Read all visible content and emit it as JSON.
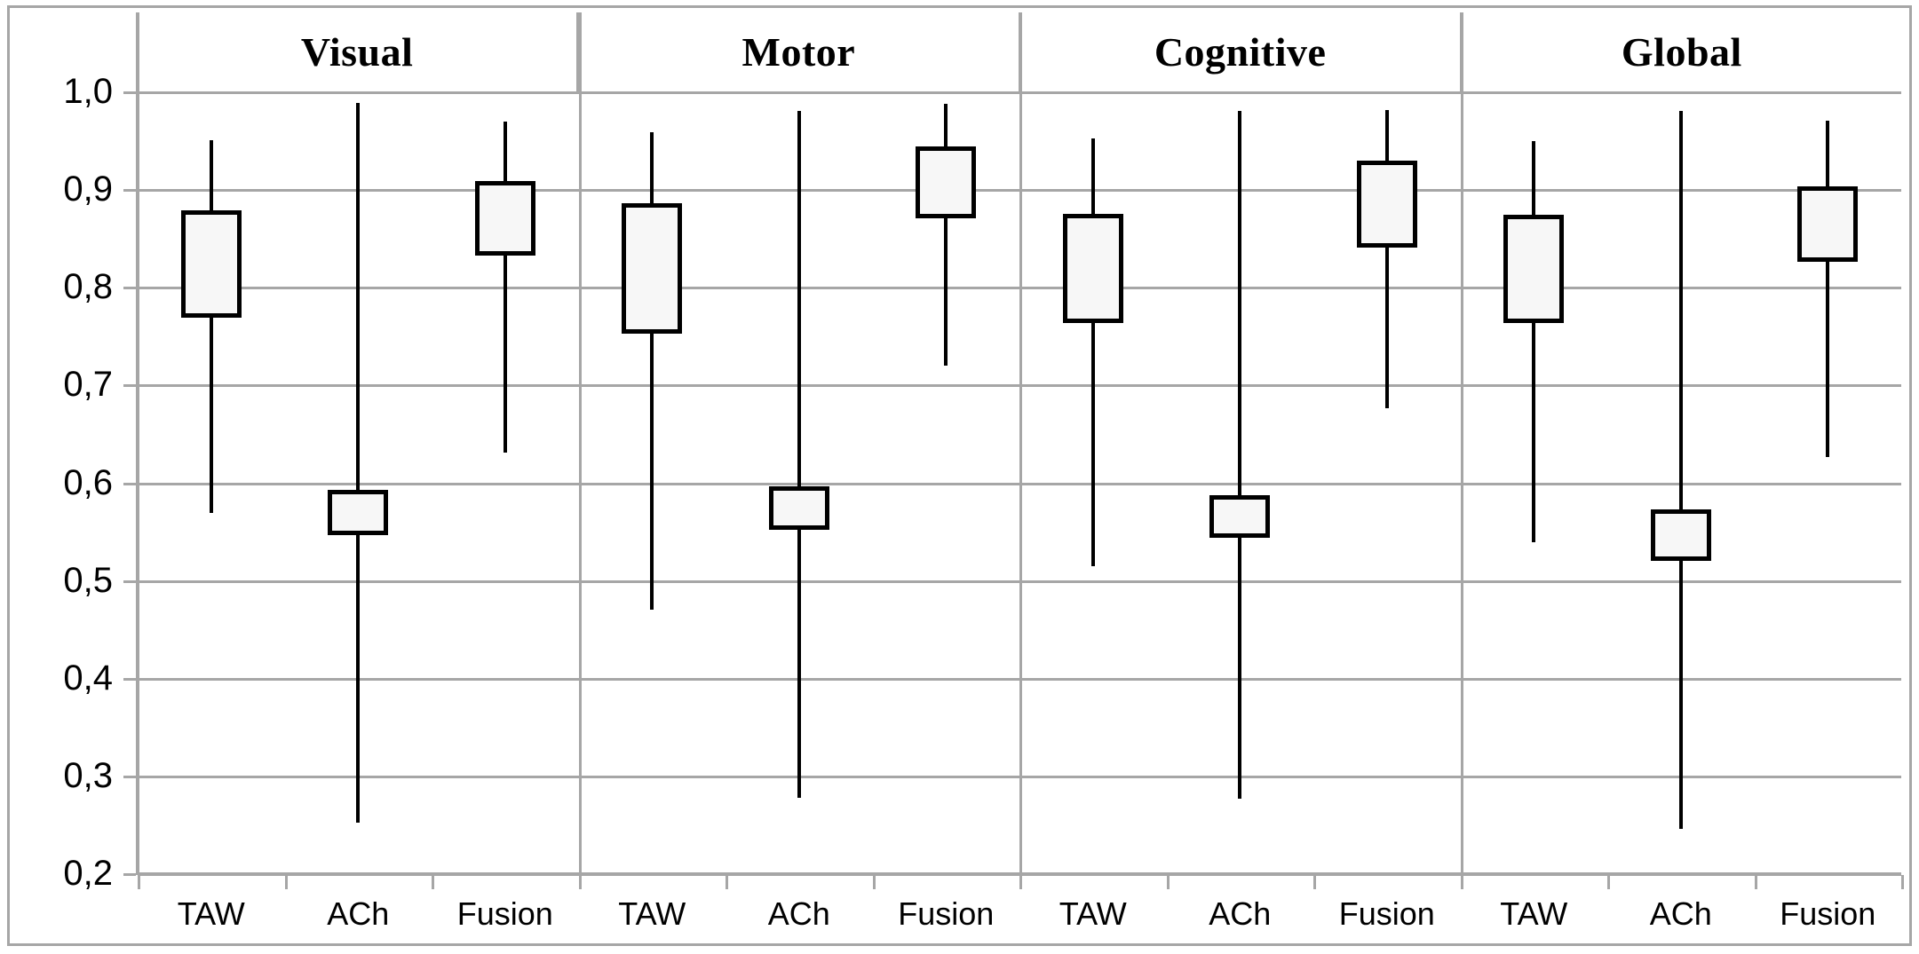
{
  "chart_data": {
    "type": "bar",
    "subtype": "open-high-low-close box (candlestick) chart",
    "title": "",
    "xlabel": "",
    "ylabel": "",
    "ylim": [
      0.2,
      1.0
    ],
    "ytick_step": 0.1,
    "grid": true,
    "legend": "none",
    "decimal_separator": ",",
    "ytick_labels": [
      "1,0",
      "0,9",
      "0,8",
      "0,7",
      "0,6",
      "0,5",
      "0,4",
      "0,3",
      "0,2"
    ],
    "ytick_values": [
      1.0,
      0.9,
      0.8,
      0.7,
      0.6,
      0.5,
      0.4,
      0.3,
      0.2
    ],
    "group_labels": [
      "Visual",
      "Motor",
      "Cognitive",
      "Global"
    ],
    "categories": [
      "TAW",
      "ACh",
      "Fusion"
    ],
    "box_fill_color": "#F7F7F7",
    "box_border_color": "#000000",
    "grid_color": "#A6A6A6",
    "series": [
      {
        "group": "Visual",
        "category": "TAW",
        "high": 0.95,
        "box_top": 0.878,
        "box_bottom": 0.768,
        "low": 0.569
      },
      {
        "group": "Visual",
        "category": "ACh",
        "high": 0.988,
        "box_top": 0.592,
        "box_bottom": 0.546,
        "low": 0.252
      },
      {
        "group": "Visual",
        "category": "Fusion",
        "high": 0.969,
        "box_top": 0.908,
        "box_bottom": 0.832,
        "low": 0.63
      },
      {
        "group": "Motor",
        "category": "TAW",
        "high": 0.958,
        "box_top": 0.886,
        "box_bottom": 0.752,
        "low": 0.47
      },
      {
        "group": "Motor",
        "category": "ACh",
        "high": 0.98,
        "box_top": 0.596,
        "box_bottom": 0.551,
        "low": 0.277
      },
      {
        "group": "Motor",
        "category": "Fusion",
        "high": 0.987,
        "box_top": 0.944,
        "box_bottom": 0.87,
        "low": 0.719
      },
      {
        "group": "Cognitive",
        "category": "TAW",
        "high": 0.952,
        "box_top": 0.875,
        "box_bottom": 0.763,
        "low": 0.514
      },
      {
        "group": "Cognitive",
        "category": "ACh",
        "high": 0.98,
        "box_top": 0.587,
        "box_bottom": 0.543,
        "low": 0.276
      },
      {
        "group": "Cognitive",
        "category": "Fusion",
        "high": 0.981,
        "box_top": 0.929,
        "box_bottom": 0.84,
        "low": 0.676
      },
      {
        "group": "Global",
        "category": "TAW",
        "high": 0.949,
        "box_top": 0.874,
        "box_bottom": 0.763,
        "low": 0.539
      },
      {
        "group": "Global",
        "category": "ACh",
        "high": 0.98,
        "box_top": 0.572,
        "box_bottom": 0.52,
        "low": 0.245
      },
      {
        "group": "Global",
        "category": "Fusion",
        "high": 0.97,
        "box_top": 0.903,
        "box_bottom": 0.826,
        "low": 0.626
      }
    ]
  },
  "axis": {
    "yticks": [
      {
        "label": "1,0",
        "value": 1.0
      },
      {
        "label": "0,9",
        "value": 0.9
      },
      {
        "label": "0,8",
        "value": 0.8
      },
      {
        "label": "0,7",
        "value": 0.7
      },
      {
        "label": "0,6",
        "value": 0.6
      },
      {
        "label": "0,5",
        "value": 0.5
      },
      {
        "label": "0,4",
        "value": 0.4
      },
      {
        "label": "0,3",
        "value": 0.3
      },
      {
        "label": "0,2",
        "value": 0.2
      }
    ]
  },
  "groups": [
    {
      "label": "Visual"
    },
    {
      "label": "Motor"
    },
    {
      "label": "Cognitive"
    },
    {
      "label": "Global"
    }
  ],
  "categories": [
    "TAW",
    "ACh",
    "Fusion"
  ]
}
